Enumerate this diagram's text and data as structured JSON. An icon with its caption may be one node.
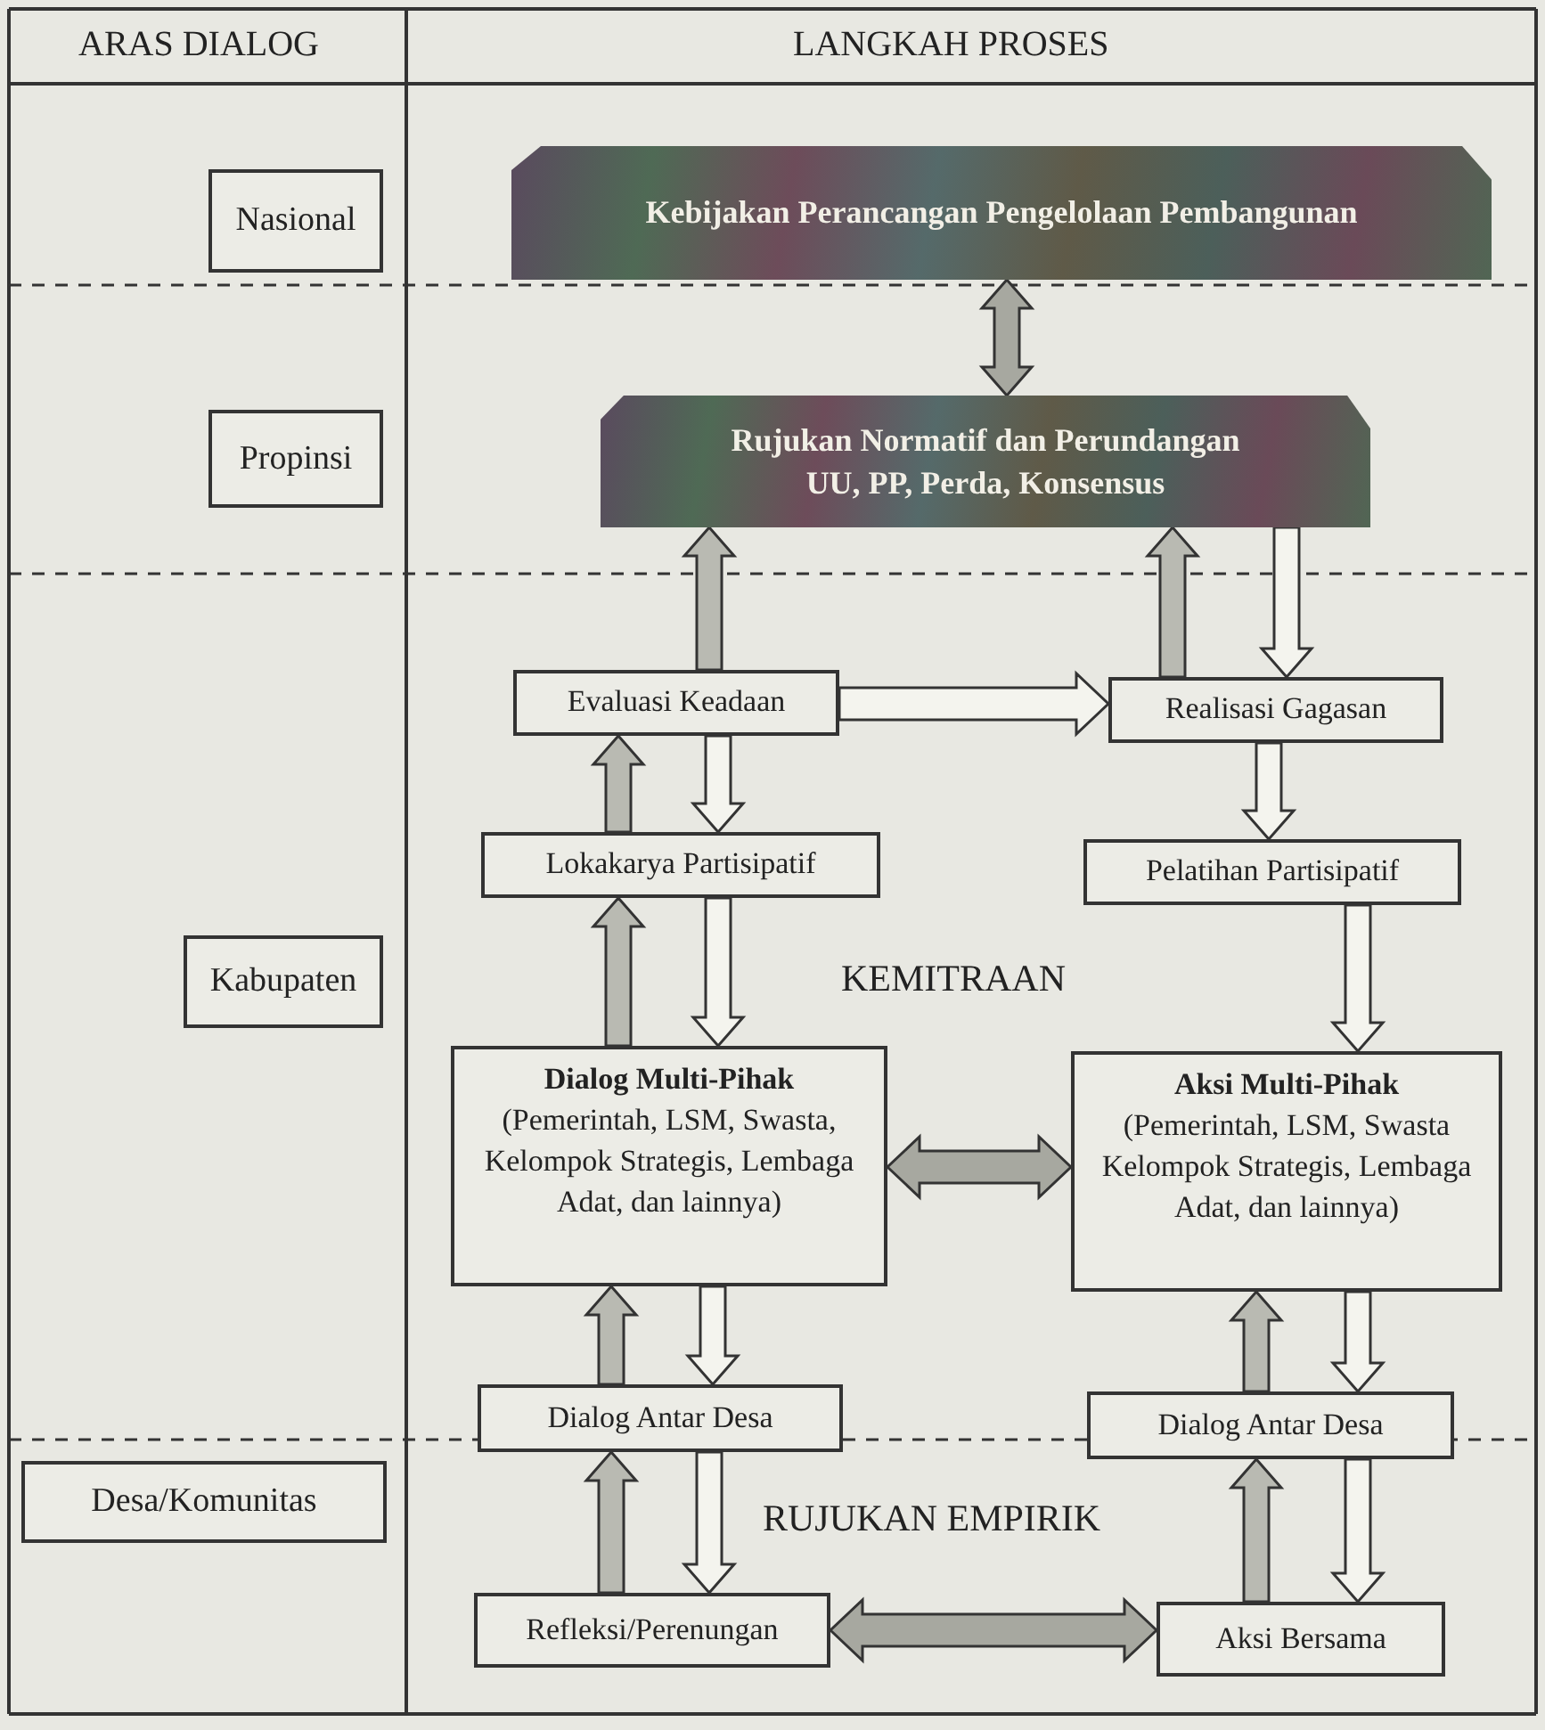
{
  "diagram": {
    "nodes": [
      {
        "text": [
          "Nasional"
        ]
      },
      {
        "text": [
          "Propinsi"
        ]
      },
      {
        "text": [
          "Kabupaten"
        ]
      },
      {
        "text": [
          "Desa/Komunitas"
        ]
      },
      {
        "text": [
          "Kebijakan Perancangan Pengelolaan Pembangunan"
        ]
      },
      {
        "text": [
          "Rujukan Normatif dan Perundangan",
          "UU, PP, Perda, Konsensus"
        ]
      },
      {
        "text": [
          "Evaluasi Keadaan"
        ]
      },
      {
        "text": [
          "Realisasi Gagasan"
        ]
      },
      {
        "text": [
          "Lokakarya Partisipatif"
        ]
      },
      {
        "text": [
          "Pelatihan Partisipatif"
        ]
      },
      {
        "text": [
          "Dialog Multi-Pihak",
          "(Pemerintah, LSM, Swasta, Kelompok Strategis, Lembaga Adat, dan lainnya)"
        ]
      },
      {
        "text": [
          "Aksi Multi-Pihak",
          "(Pemerintah, LSM, Swasta Kelompok Strategis, Lembaga Adat, dan lainnya)"
        ]
      },
      {
        "text": [
          "Dialog Antar Desa"
        ]
      },
      {
        "text": [
          "Dialog Antar Desa"
        ]
      },
      {
        "text": [
          "Refleksi/Perenungan"
        ]
      },
      {
        "text": [
          "Aksi Bersama"
        ]
      }
    ],
    "edges": [
      {
        "from": 4,
        "to": 5,
        "arrow": "both"
      },
      {
        "from": 6,
        "to": 5,
        "arrow": "to"
      },
      {
        "from": 7,
        "to": 5,
        "arrow": "to"
      },
      {
        "from": 5,
        "to": 7,
        "arrow": "to"
      },
      {
        "from": 6,
        "to": 7,
        "arrow": "to"
      },
      {
        "from": 8,
        "to": 6,
        "arrow": "to"
      },
      {
        "from": 6,
        "to": 8,
        "arrow": "to"
      },
      {
        "from": 7,
        "to": 9,
        "arrow": "to"
      },
      {
        "from": 10,
        "to": 8,
        "arrow": "to"
      },
      {
        "from": 8,
        "to": 10,
        "arrow": "to"
      },
      {
        "from": 9,
        "to": 11,
        "arrow": "to"
      },
      {
        "from": 10,
        "to": 11,
        "arrow": "both"
      },
      {
        "from": 12,
        "to": 10,
        "arrow": "to"
      },
      {
        "from": 10,
        "to": 12,
        "arrow": "to"
      },
      {
        "from": 13,
        "to": 11,
        "arrow": "to"
      },
      {
        "from": 11,
        "to": 13,
        "arrow": "to"
      },
      {
        "from": 14,
        "to": 12,
        "arrow": "to"
      },
      {
        "from": 12,
        "to": 14,
        "arrow": "to"
      },
      {
        "from": 15,
        "to": 13,
        "arrow": "to"
      },
      {
        "from": 13,
        "to": 15,
        "arrow": "to"
      },
      {
        "from": 14,
        "to": 15,
        "arrow": "both"
      }
    ],
    "labels": [
      "ARAS DIALOG",
      "LANGKAH PROSES",
      "KEMITRAAN",
      "RUJUKAN EMPIRIK"
    ]
  }
}
